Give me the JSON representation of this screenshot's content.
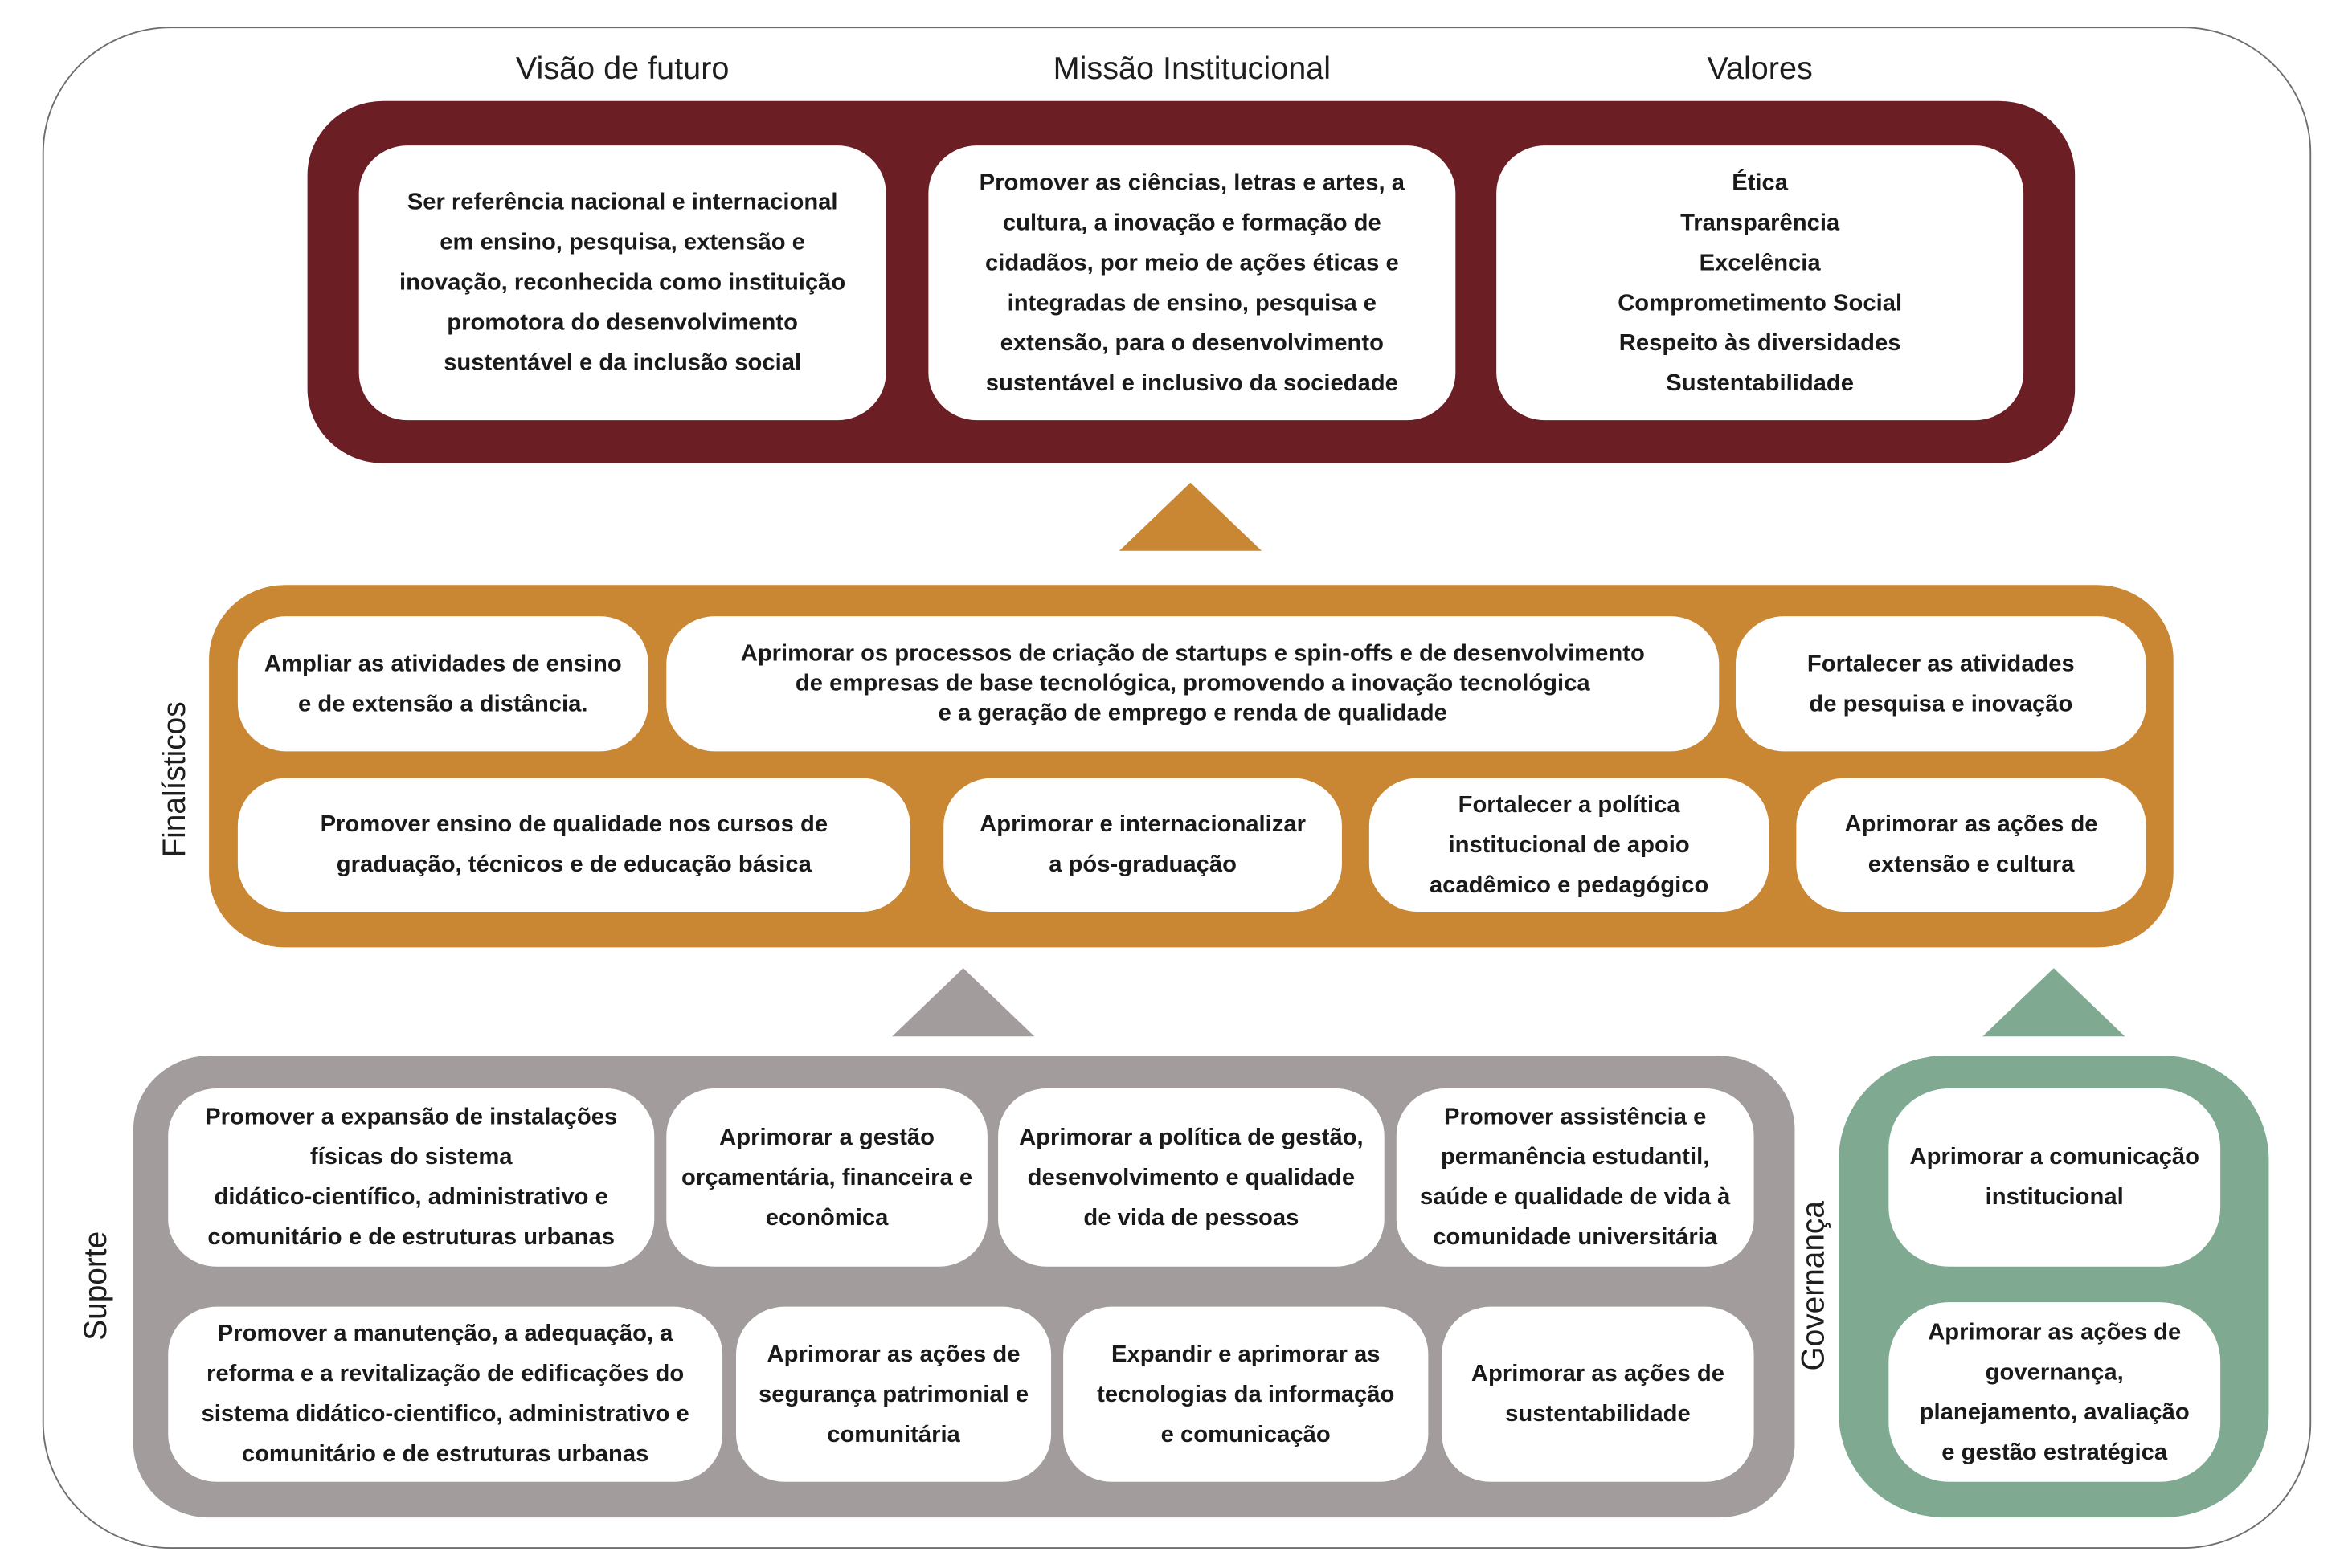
{
  "headers": {
    "visao": "Visão de futuro",
    "missao": "Missão Institucional",
    "valores": "Valores"
  },
  "top": {
    "visao_text": "Ser referência nacional e internacional\nem ensino, pesquisa, extensão e\ninovação, reconhecida como instituição\npromotora do desenvolvimento\nsustentável e da inclusão social",
    "missao_text": "Promover as ciências, letras e artes, a\ncultura, a inovação e formação de\ncidadãos, por meio de ações éticas e\nintegradas de ensino, pesquisa e\nextensão, para o desenvolvimento\nsustentável e inclusivo da sociedade",
    "valores_text": "Ética\nTransparência\nExcelência\nComprometimento Social\nRespeito às diversidades\nSustentabilidade"
  },
  "finalisticos": {
    "label": "Finalísticos",
    "items": [
      "Ampliar as atividades de ensino\ne de extensão a distância.",
      "Aprimorar os processos de criação de startups e spin-offs e de desenvolvimento\nde empresas de base tecnológica, promovendo a inovação tecnológica\ne a geração de emprego e renda de qualidade",
      "Fortalecer as atividades\nde pesquisa e inovação",
      "Promover ensino de qualidade nos cursos de\ngraduação, técnicos e de educação básica",
      "Aprimorar e internacionalizar\na pós-graduação",
      "Fortalecer a política\ninstitucional de apoio\nacadêmico e pedagógico",
      "Aprimorar as ações de\nextensão e cultura"
    ]
  },
  "suporte": {
    "label": "Suporte",
    "items": [
      "Promover a expansão de instalações\nfísicas do sistema\ndidático-científico, administrativo e\ncomunitário e de estruturas urbanas",
      "Aprimorar a gestão\norçamentária, financeira e\neconômica",
      "Aprimorar a política de gestão,\ndesenvolvimento e qualidade\nde vida de pessoas",
      "Promover assistência e\npermanência estudantil,\nsaúde e qualidade de vida à\ncomunidade universitária",
      "Promover a manutenção, a adequação, a\nreforma e a revitalização de edificações do\nsistema didático-cientifico, administrativo e\ncomunitário e de estruturas urbanas",
      "Aprimorar as ações de\nsegurança patrimonial e\ncomunitária",
      "Expandir e aprimorar as\ntecnologias da informação\ne comunicação",
      "Aprimorar as ações de\nsustentabilidade"
    ]
  },
  "governanca": {
    "label": "Governança",
    "items": [
      "Aprimorar a comunicação\ninstitucional",
      "Aprimorar as ações de\ngovernança,\nplanejamento, avaliação\ne gestão estratégica"
    ]
  },
  "colors": {
    "top_band": "#6b1f24",
    "finalisticos_band": "#c98734",
    "suporte_band": "#a29d9c",
    "governanca_band": "#7faa91",
    "arrow_top": "#c98734",
    "arrow_suporte": "#a29d9c",
    "arrow_governanca": "#7faa91"
  }
}
